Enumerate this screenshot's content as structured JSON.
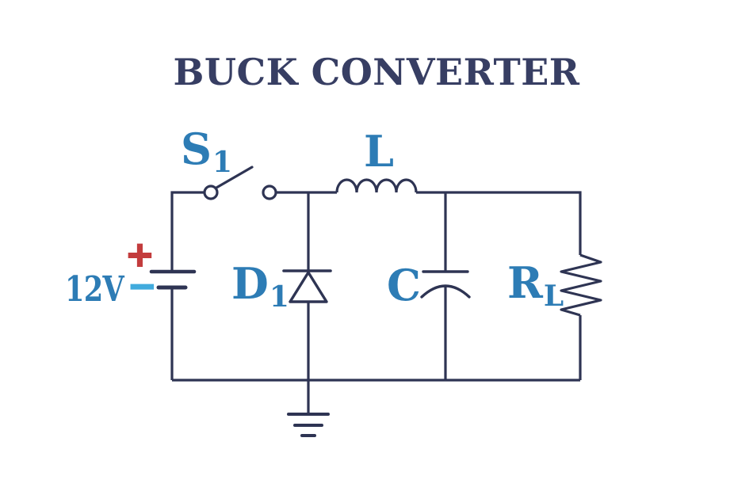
{
  "title": "BUCK CONVERTER",
  "colors": {
    "background": "#ffffff",
    "wire": "#2e3453",
    "title_text": "#373e63",
    "component_label": "#2d7cb5",
    "plus_sign": "#c33c3d",
    "minus_sign": "#41abdd"
  },
  "source": {
    "voltage_label": "12V",
    "plus_sign": "+",
    "minus_sign": "−"
  },
  "components": {
    "switch": {
      "name": "S",
      "sub": "1"
    },
    "inductor": {
      "name": "L"
    },
    "diode": {
      "name": "D",
      "sub": "1"
    },
    "capacitor": {
      "name": "C"
    },
    "load_resistor": {
      "name": "R",
      "sub": "L"
    }
  }
}
